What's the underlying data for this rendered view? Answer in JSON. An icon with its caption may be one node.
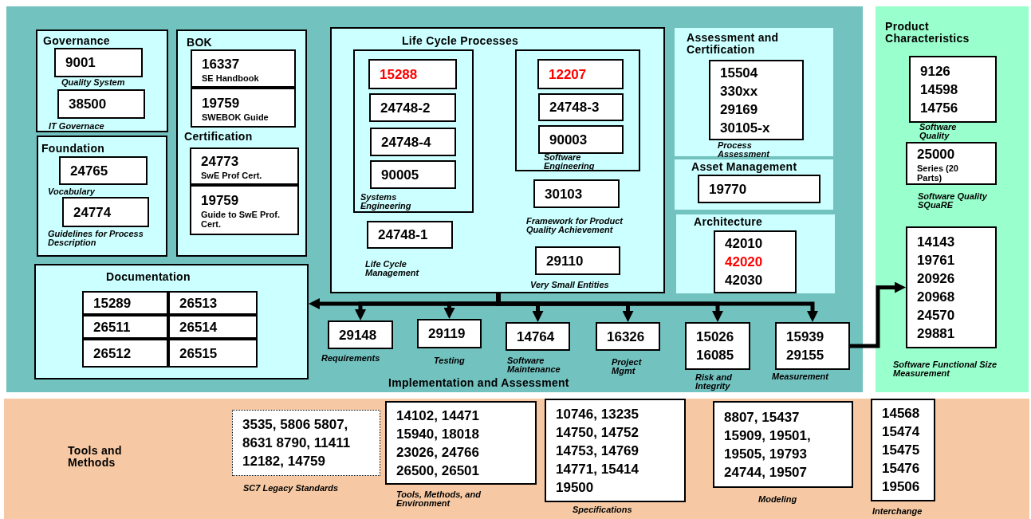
{
  "diagram": {
    "nodes": [
      {
        "text": [
          "Governance"
        ]
      },
      {
        "text": [
          "9001"
        ],
        "in": 0,
        "beside": [
          "Quality System"
        ]
      },
      {
        "text": [
          "38500"
        ],
        "in": 0,
        "beside": [
          "IT Governace"
        ]
      },
      {
        "text": [
          "Foundation"
        ]
      },
      {
        "text": [
          "24765"
        ],
        "in": 3,
        "beside": [
          "Vocabulary"
        ]
      },
      {
        "text": [
          "24774"
        ],
        "in": 3,
        "beside": [
          "Guidelines for Process Description"
        ]
      },
      {
        "text": [
          "BOK",
          "Certification"
        ]
      },
      {
        "text": [
          "16337",
          "SE Handbook"
        ],
        "in": 6
      },
      {
        "text": [
          "19759",
          "SWEBOK Guide"
        ],
        "in": 6
      },
      {
        "text": [
          "24773",
          "SwE Prof Cert."
        ],
        "in": 6
      },
      {
        "text": [
          "19759",
          "Guide to SwE Prof. Cert."
        ],
        "in": 6
      },
      {
        "text": [
          "Documentation"
        ]
      },
      {
        "text": [
          "15289"
        ],
        "in": 11
      },
      {
        "text": [
          "26513"
        ],
        "in": 11
      },
      {
        "text": [
          "26511"
        ],
        "in": 11
      },
      {
        "text": [
          "26514"
        ],
        "in": 11
      },
      {
        "text": [
          "26512"
        ],
        "in": 11
      },
      {
        "text": [
          "26515"
        ],
        "in": 11
      },
      {
        "text": [
          "Life Cycle Processes"
        ]
      },
      {
        "text": [
          "Systems Engineering"
        ],
        "in": 18
      },
      {
        "text": [
          "15288"
        ],
        "in": 19
      },
      {
        "text": [
          "24748-2"
        ],
        "in": 19
      },
      {
        "text": [
          "24748-4"
        ],
        "in": 19
      },
      {
        "text": [
          "90005"
        ],
        "in": 19
      },
      {
        "text": [
          "Software Engineering"
        ],
        "in": 18
      },
      {
        "text": [
          "12207"
        ],
        "in": 24
      },
      {
        "text": [
          "24748-3"
        ],
        "in": 24
      },
      {
        "text": [
          "90003"
        ],
        "in": 24
      },
      {
        "text": [
          "24748-1"
        ],
        "in": 18,
        "beside": [
          "Life Cycle Management"
        ]
      },
      {
        "text": [
          "30103"
        ],
        "in": 18,
        "beside": [
          "Framework for Product Quality Achievement"
        ]
      },
      {
        "text": [
          "29110"
        ],
        "in": 18,
        "beside": [
          "Very Small Entities"
        ]
      },
      {
        "text": [
          "Assessment and Certification"
        ]
      },
      {
        "text": [
          "15504",
          "330xx",
          "29169",
          "30105-x"
        ],
        "in": 31,
        "beside": [
          "Process Assessment"
        ]
      },
      {
        "text": [
          "Asset Management"
        ]
      },
      {
        "text": [
          "19770"
        ],
        "in": 33
      },
      {
        "text": [
          "Architecture"
        ]
      },
      {
        "text": [
          "42010",
          "42020",
          "42030"
        ],
        "in": 35
      },
      {
        "text": [
          "29148"
        ],
        "beside": [
          "Requirements"
        ]
      },
      {
        "text": [
          "29119"
        ],
        "beside": [
          "Testing"
        ]
      },
      {
        "text": [
          "14764"
        ],
        "beside": [
          "Software Maintenance"
        ]
      },
      {
        "text": [
          "16326"
        ],
        "beside": [
          "Project Mgmt"
        ]
      },
      {
        "text": [
          "15026",
          "16085"
        ],
        "beside": [
          "Risk and Integrity"
        ]
      },
      {
        "text": [
          "15939",
          "29155"
        ],
        "beside": [
          "Measurement"
        ]
      },
      {
        "text": [
          "Product Characteristics"
        ]
      },
      {
        "text": [
          "9126",
          "14598",
          "14756"
        ],
        "in": 43,
        "beside": [
          "Software Quality"
        ]
      },
      {
        "text": [
          "25000",
          "Series (20 Parts)"
        ],
        "in": 43,
        "beside": [
          "Software Quality SQuaRE"
        ]
      },
      {
        "text": [
          "14143",
          "19761",
          "20926",
          "20968",
          "24570",
          "29881"
        ],
        "in": 43,
        "beside": [
          "Software Functional Size Measurement"
        ]
      },
      {
        "text": [
          "Tools and Methods"
        ]
      },
      {
        "text": [
          "3535, 5806 5807, 8631 8790, 11411 12182, 14759"
        ],
        "in": 47,
        "beside": [
          "SC7 Legacy Standards"
        ]
      },
      {
        "text": [
          "14102, 14471 15940, 18018 23026, 24766 26500, 26501"
        ],
        "in": 47,
        "beside": [
          "Tools, Methods, and Environment"
        ]
      },
      {
        "text": [
          "10746, 13235 14750, 14752 14753, 14769 14771, 15414 19500"
        ],
        "in": 47,
        "beside": [
          "Specifications"
        ]
      },
      {
        "text": [
          "8807, 15437 15909, 19501, 19505, 19793 24744, 19507"
        ],
        "in": 47,
        "beside": [
          "Modeling"
        ]
      },
      {
        "text": [
          "14568",
          "15474",
          "15475",
          "15476",
          "19506"
        ],
        "in": 47,
        "beside": [
          "Interchange"
        ]
      }
    ],
    "edges": [
      {
        "from": 18,
        "to": 11,
        "arrow": "to"
      },
      {
        "from": 18,
        "to": 37,
        "arrow": "to"
      },
      {
        "from": 18,
        "to": 38,
        "arrow": "to"
      },
      {
        "from": 18,
        "to": 39,
        "arrow": "to"
      },
      {
        "from": 18,
        "to": 40,
        "arrow": "to"
      },
      {
        "from": 18,
        "to": 41,
        "arrow": "to"
      },
      {
        "from": 18,
        "to": 42,
        "arrow": "to"
      },
      {
        "from": 42,
        "to": 46,
        "arrow": "to"
      }
    ],
    "labels": [
      "Implementation and Assessment"
    ]
  }
}
